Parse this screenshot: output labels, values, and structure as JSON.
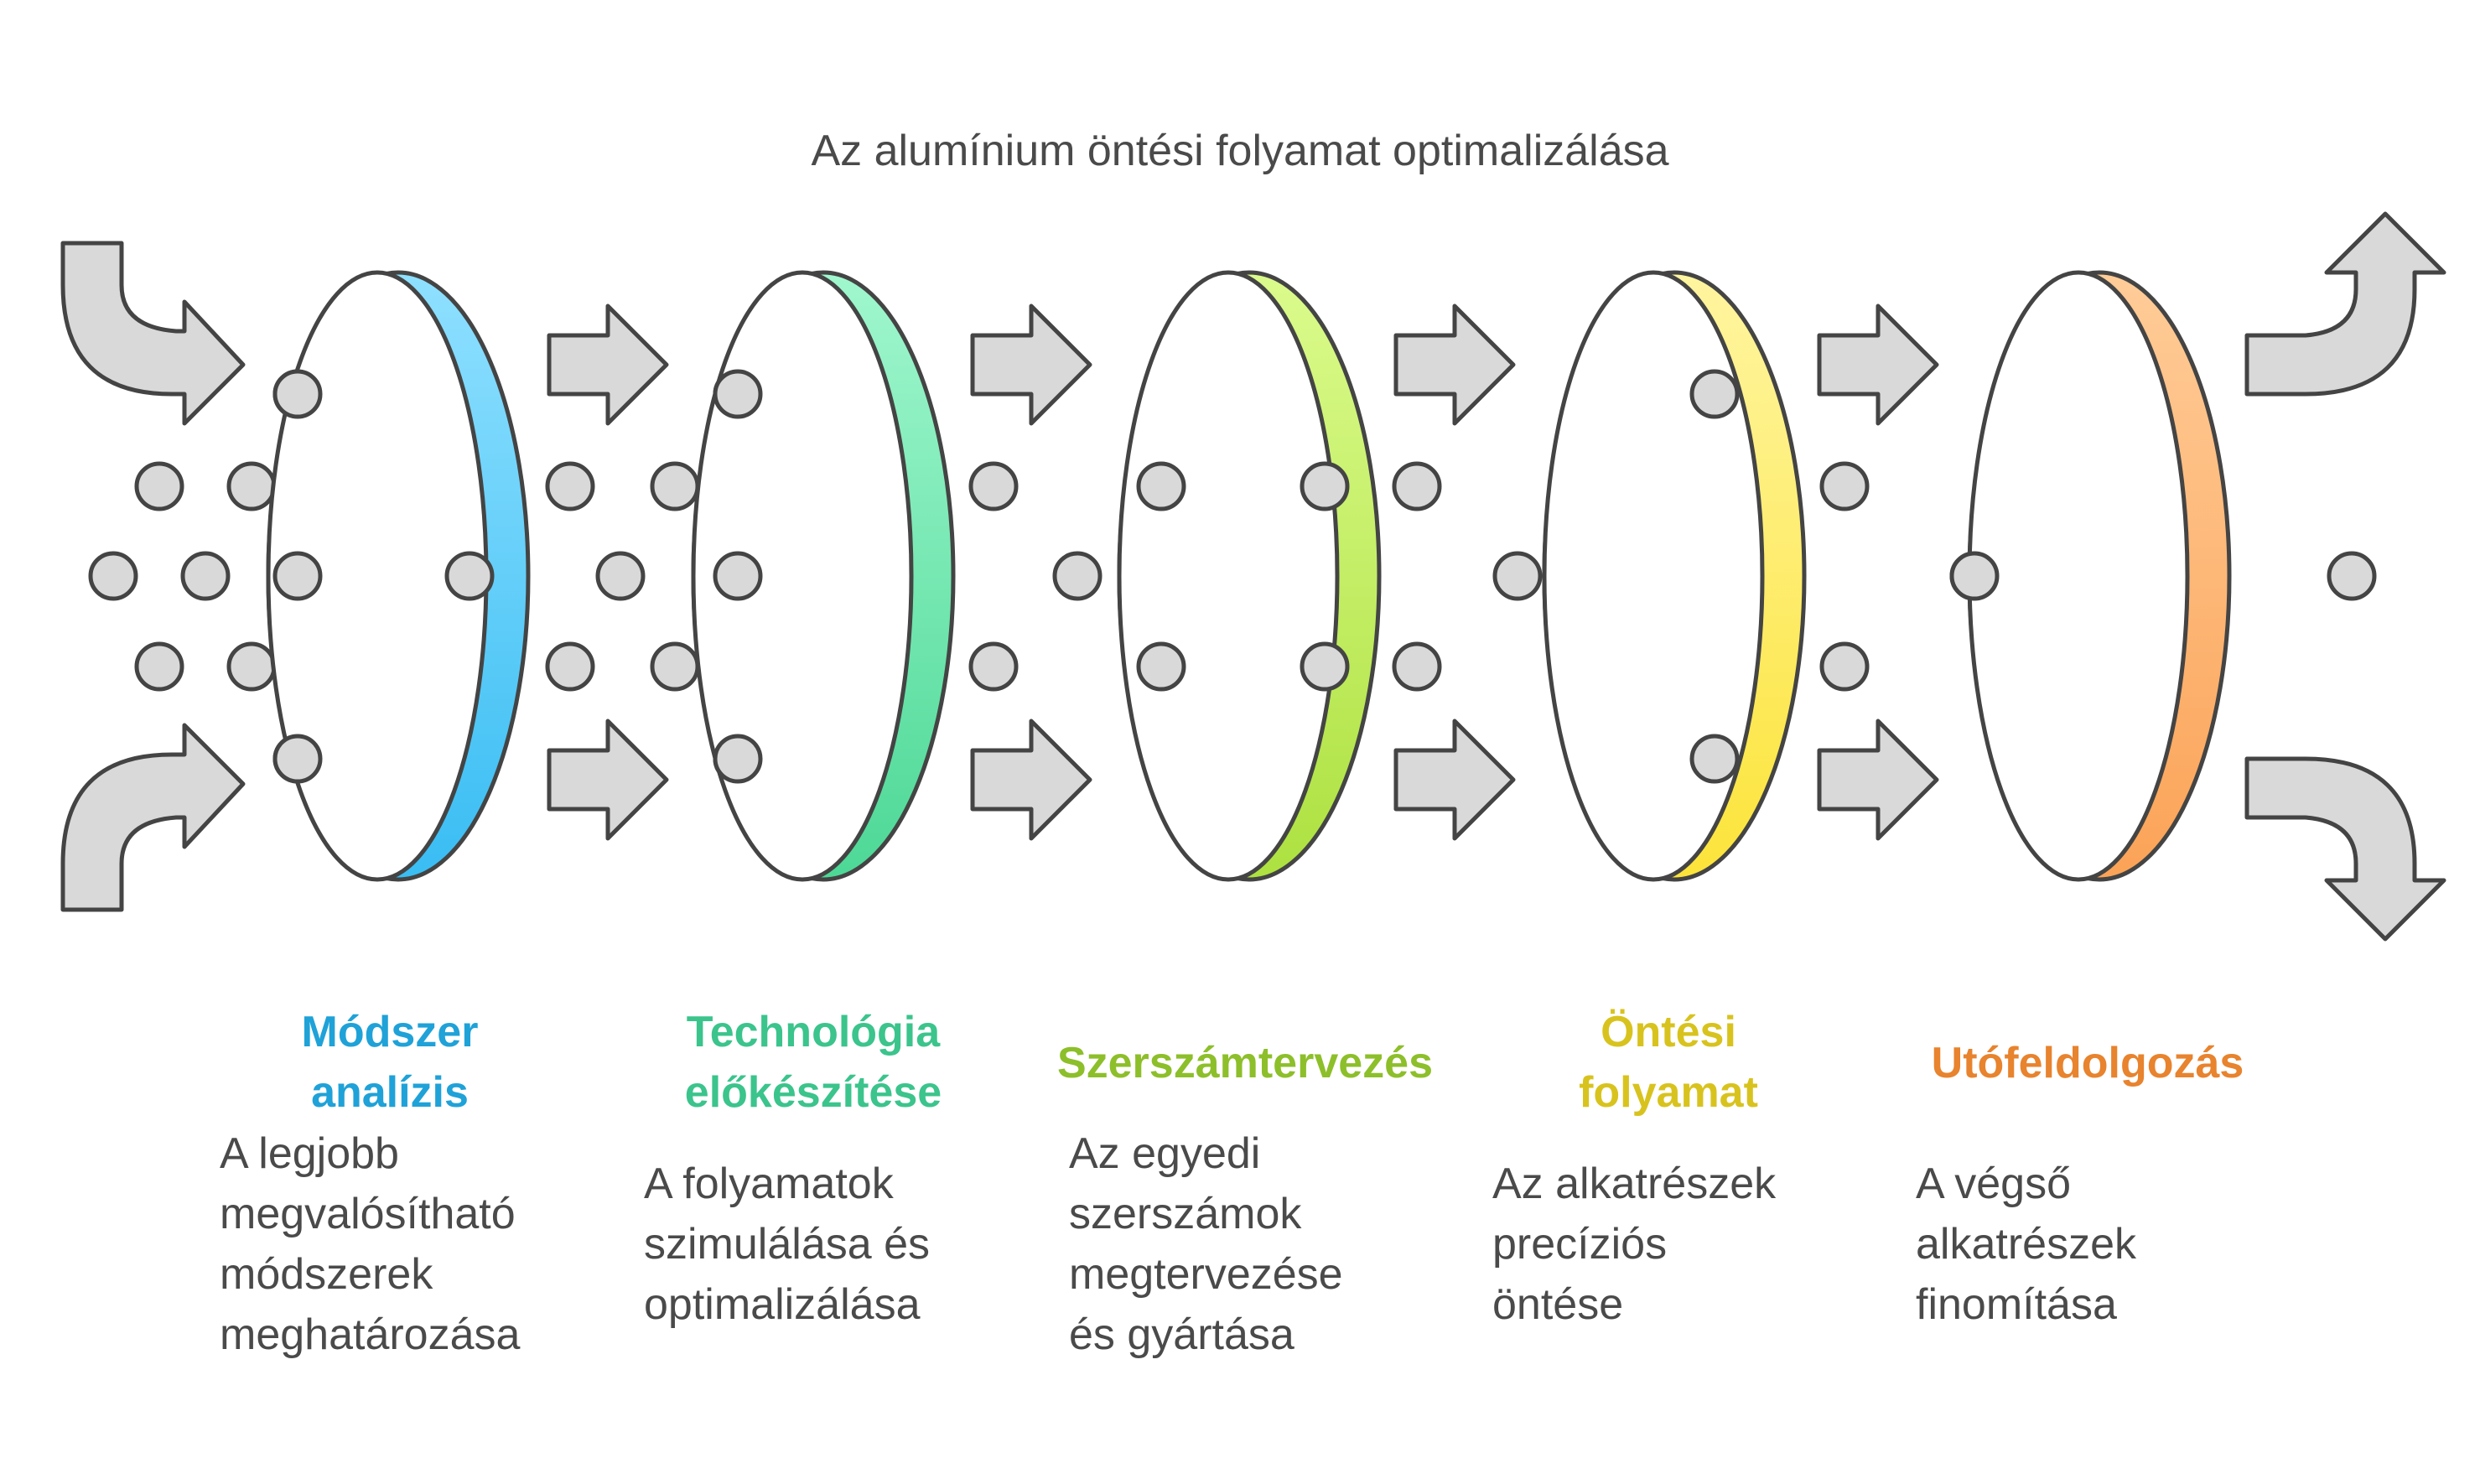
{
  "title": "Az alumínium öntési folyamat optimalizálása",
  "stages": [
    {
      "title": "Módszer\nanalízis",
      "description": "A legjobb\nmegvalósítható\nmódszerek\nmeghatározása",
      "color": "#1FA2D8",
      "ring_light": "#8FE0FF",
      "ring_dark": "#39BDF3"
    },
    {
      "title": "Technológia\nelőkészítése",
      "description": "A folyamatok\nszimulálása és\noptimalizálása",
      "color": "#3BC48C",
      "ring_light": "#A0F7CE",
      "ring_dark": "#4DD896"
    },
    {
      "title": "Szerszámtervezés",
      "description": "Az egyedi\nszerszámok\nmegtervezése\nés gyártása",
      "color": "#8DBF2A",
      "ring_light": "#DBFB8C",
      "ring_dark": "#ADE140"
    },
    {
      "title": "Öntési\nfolyamat",
      "description": "Az alkatrészek\nprecíziós\nöntése",
      "color": "#D8C31E",
      "ring_light": "#FFF5A0",
      "ring_dark": "#FCE43A"
    },
    {
      "title": "Utófeldolgozás",
      "description": "A végső\nalkatrészek\nfinomítása",
      "color": "#E8832E",
      "ring_light": "#FFCC98",
      "ring_dark": "#FBA357"
    }
  ],
  "colors": {
    "arrow_fill": "#d9d9d9",
    "stroke": "#444444",
    "dot_fill": "#d9d9d9"
  }
}
